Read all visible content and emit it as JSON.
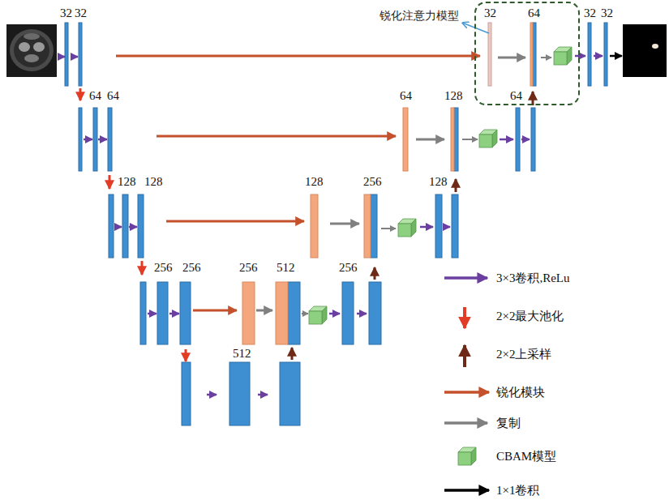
{
  "diagram": {
    "nodes": [
      {
        "text": [
          "锐化注意力模型"
        ]
      }
    ],
    "labels": [
      "32",
      "32",
      "32",
      "64",
      "32",
      "32",
      "64",
      "64",
      "64",
      "128",
      "64",
      "128",
      "128",
      "128",
      "256",
      "128",
      "256",
      "256",
      "256",
      "512",
      "256",
      "512"
    ],
    "legend": [
      {
        "text": "3×3卷积,ReLu"
      },
      {
        "text": "2×2最大池化"
      },
      {
        "text": "2×2上采样"
      },
      {
        "text": "锐化模块"
      },
      {
        "text": "复制"
      },
      {
        "text": "CBAM模型"
      },
      {
        "text": "1×1卷积"
      }
    ]
  }
}
